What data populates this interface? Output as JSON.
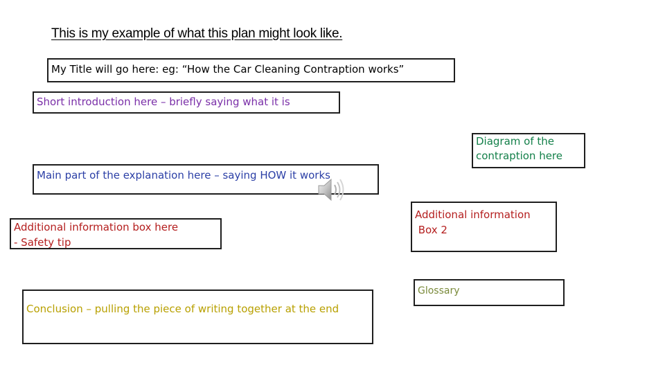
{
  "heading": "This is my example of what this plan might look like.",
  "boxes": {
    "title": "My Title will go here: eg: “How the Car Cleaning Contraption works”",
    "intro": "Short introduction here – briefly saying what it is",
    "diagram_line1": "Diagram of the",
    "diagram_line2": "contraption here",
    "main": "Main part of the explanation here – saying HOW it works",
    "additional1_line1": "Additional information box here",
    "additional1_line2": "- Safety tip",
    "additional2_line1": "Additional information",
    "additional2_line2": " Box 2",
    "glossary": "Glossary",
    "conclusion": "Conclusion – pulling the piece of writing together at the end"
  },
  "colors": {
    "title": "#000000",
    "intro": "#7a2fa8",
    "diagram": "#14804a",
    "main": "#2b3fa6",
    "additional": "#b41e1e",
    "glossary": "#7a8a3a",
    "conclusion": "#b8a000"
  },
  "icons": {
    "audio": "speaker-icon"
  }
}
